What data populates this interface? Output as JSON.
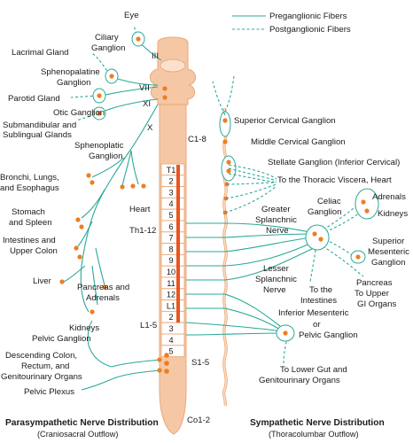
{
  "legend": {
    "preganglionic": "Preganglionic Fibers",
    "postganglionic": "Postganglionic Fibers",
    "line_color": "#2aa898"
  },
  "colors": {
    "ganglion": "#ef7d22",
    "cord": "#f6c7a4",
    "cord_stroke": "#e8a87c",
    "nerve": "#2aa898"
  },
  "cranial_nerves": [
    "III",
    "VII",
    "XI",
    "X"
  ],
  "left_labels": {
    "eye": "Eye",
    "ciliary_1": "Ciliary",
    "ciliary_2": "Ganglion",
    "lacrimal": "Lacrimal Gland",
    "sphenopalatine_1": "Sphenopalatine",
    "sphenopalatine_2": "Ganglion",
    "parotid": "Parotid Gland",
    "otic": "Otic Ganglion",
    "submandibular_1": "Submandibular and",
    "submandibular_2": "Sublingual Glands",
    "sphenoplatic_1": "Sphenoplatic",
    "sphenoplatic_2": "Ganglion",
    "bronchi_1": "Bronchi, Lungs,",
    "bronchi_2": "and Esophagus",
    "stomach_1": "Stomach",
    "stomach_2": "and Spleen",
    "heart": "Heart",
    "intestines_1": "Intestines and",
    "intestines_2": "Upper Colon",
    "liver": "Liver",
    "pancreas_1": "Pancreas and",
    "pancreas_2": "Adrenals",
    "kidneys": "Kidneys",
    "pelvic_ganglion": "Pelvic Ganglion",
    "descending_1": "Descending Colon,",
    "descending_2": "Rectum, and",
    "descending_3": "Genitourinary Organs",
    "pelvic_plexus": "Pelvic Plexus"
  },
  "spine_labels": {
    "c18": "C1-8",
    "th112": "Th1-12",
    "l15": "L1-5",
    "s15": "S1-5",
    "co12": "Co1-2"
  },
  "segments_thoracic": [
    "T1",
    "2",
    "3",
    "4",
    "5",
    "6",
    "7",
    "8",
    "9",
    "10",
    "11",
    "12"
  ],
  "segments_lumbar": [
    "L1",
    "2",
    "3",
    "4",
    "5"
  ],
  "right_labels": {
    "superior_cervical": "Superior Cervical Ganglion",
    "middle_cervical": "Middle Cervical Ganglion",
    "stellate": "Stellate Ganglion (Inferior Cervical)",
    "thoracic_viscera": "To the Thoracic Viscera, Heart",
    "adrenals": "Adrenals",
    "celiac_1": "Celiac",
    "celiac_2": "Ganglion",
    "kidneys": "Kidneys",
    "greater_1": "Greater",
    "greater_2": "Splanchnic",
    "greater_3": "Nerve",
    "superior_mes_1": "Superior",
    "superior_mes_2": "Mesenteric",
    "superior_mes_3": "Ganglion",
    "lesser_1": "Lesser",
    "lesser_2": "Splanchnic",
    "lesser_3": "Nerve",
    "to_intestines_1": "To the",
    "to_intestines_2": "Intestines",
    "pancreas_1": "Pancreas",
    "pancreas_2": "To Upper",
    "pancreas_3": "GI Organs",
    "inferior_mes_1": "Inferior Mesenteric",
    "inferior_mes_2": "or",
    "inferior_mes_3": "Pelvic Ganglion",
    "lower_gut_1": "To Lower Gut and",
    "lower_gut_2": "Genitourinary Organs"
  },
  "titles": {
    "para": "Parasympathetic Nerve Distribution",
    "para_sub": "(Craniosacral Outflow)",
    "symp": "Sympathetic Nerve Distribution",
    "symp_sub": "(Thoracolumbar Outflow)"
  }
}
